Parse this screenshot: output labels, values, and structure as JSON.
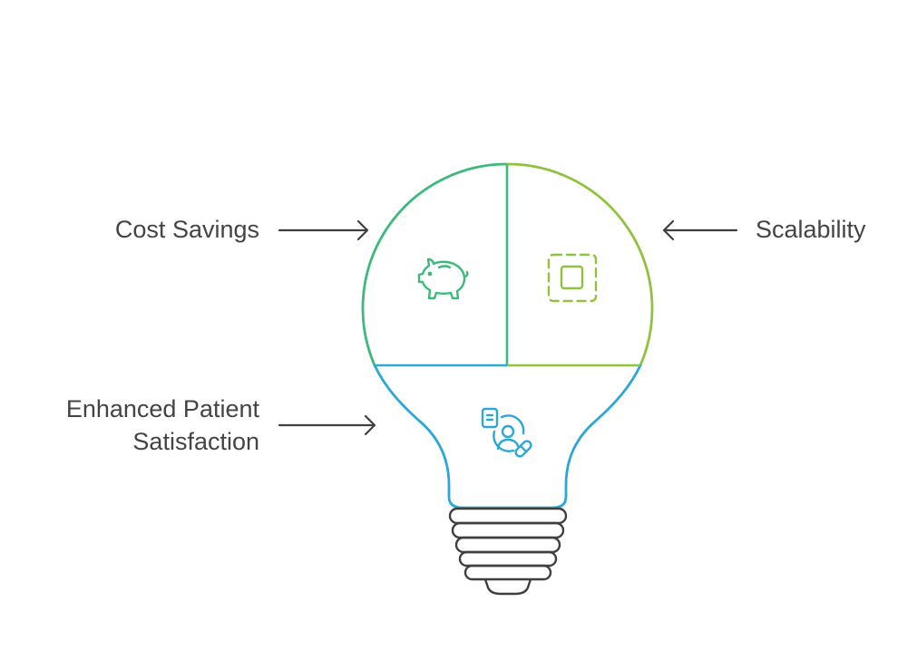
{
  "diagram": {
    "segments": [
      {
        "id": "cost-savings",
        "label": "Cost Savings",
        "icon": "piggy-bank-icon",
        "color": "#3cba7b"
      },
      {
        "id": "scalability",
        "label": "Scalability",
        "icon": "scale-frame-icon",
        "color": "#8fc33e"
      },
      {
        "id": "patient-satisfaction",
        "label_line1": "Enhanced Patient",
        "label_line2": "Satisfaction",
        "icon": "patient-care-icon",
        "color": "#2ba7d8"
      }
    ],
    "bulb_base_color": "#3f3f3f",
    "arrow_color": "#3f3f3f"
  }
}
